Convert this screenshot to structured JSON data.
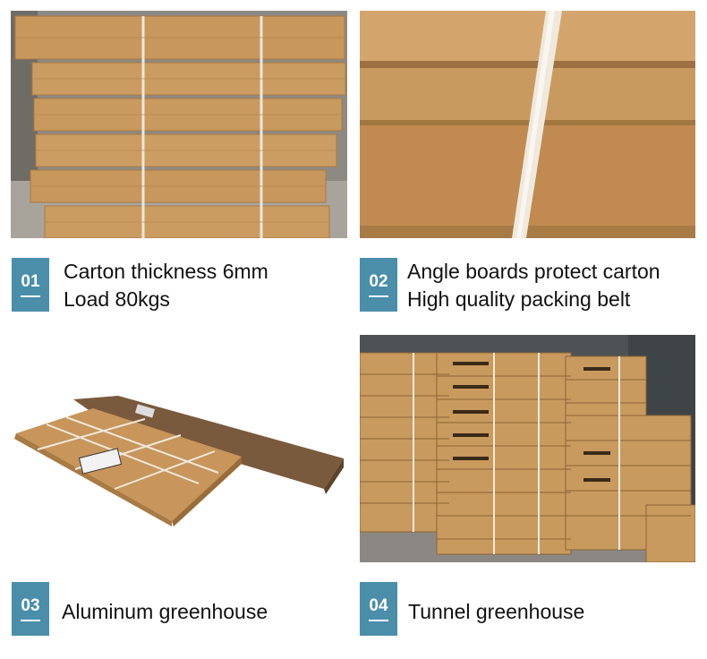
{
  "panels": [
    {
      "number": "01",
      "image": "stacked-cartons-photo",
      "lines": [
        "Carton thickness 6mm",
        "Load 80kgs"
      ]
    },
    {
      "number": "02",
      "image": "carton-closeup-photo",
      "lines": [
        "Angle boards protect carton",
        "High quality packing belt"
      ]
    },
    {
      "number": "03",
      "image": "flat-carton-photo",
      "lines": [
        "Aluminum greenhouse"
      ]
    },
    {
      "number": "04",
      "image": "warehouse-cartons-photo",
      "lines": [
        "Tunnel greenhouse"
      ]
    }
  ],
  "colors": {
    "badge": "#4a8eaa",
    "cardboard": "#c99a5e",
    "text": "#111111"
  }
}
